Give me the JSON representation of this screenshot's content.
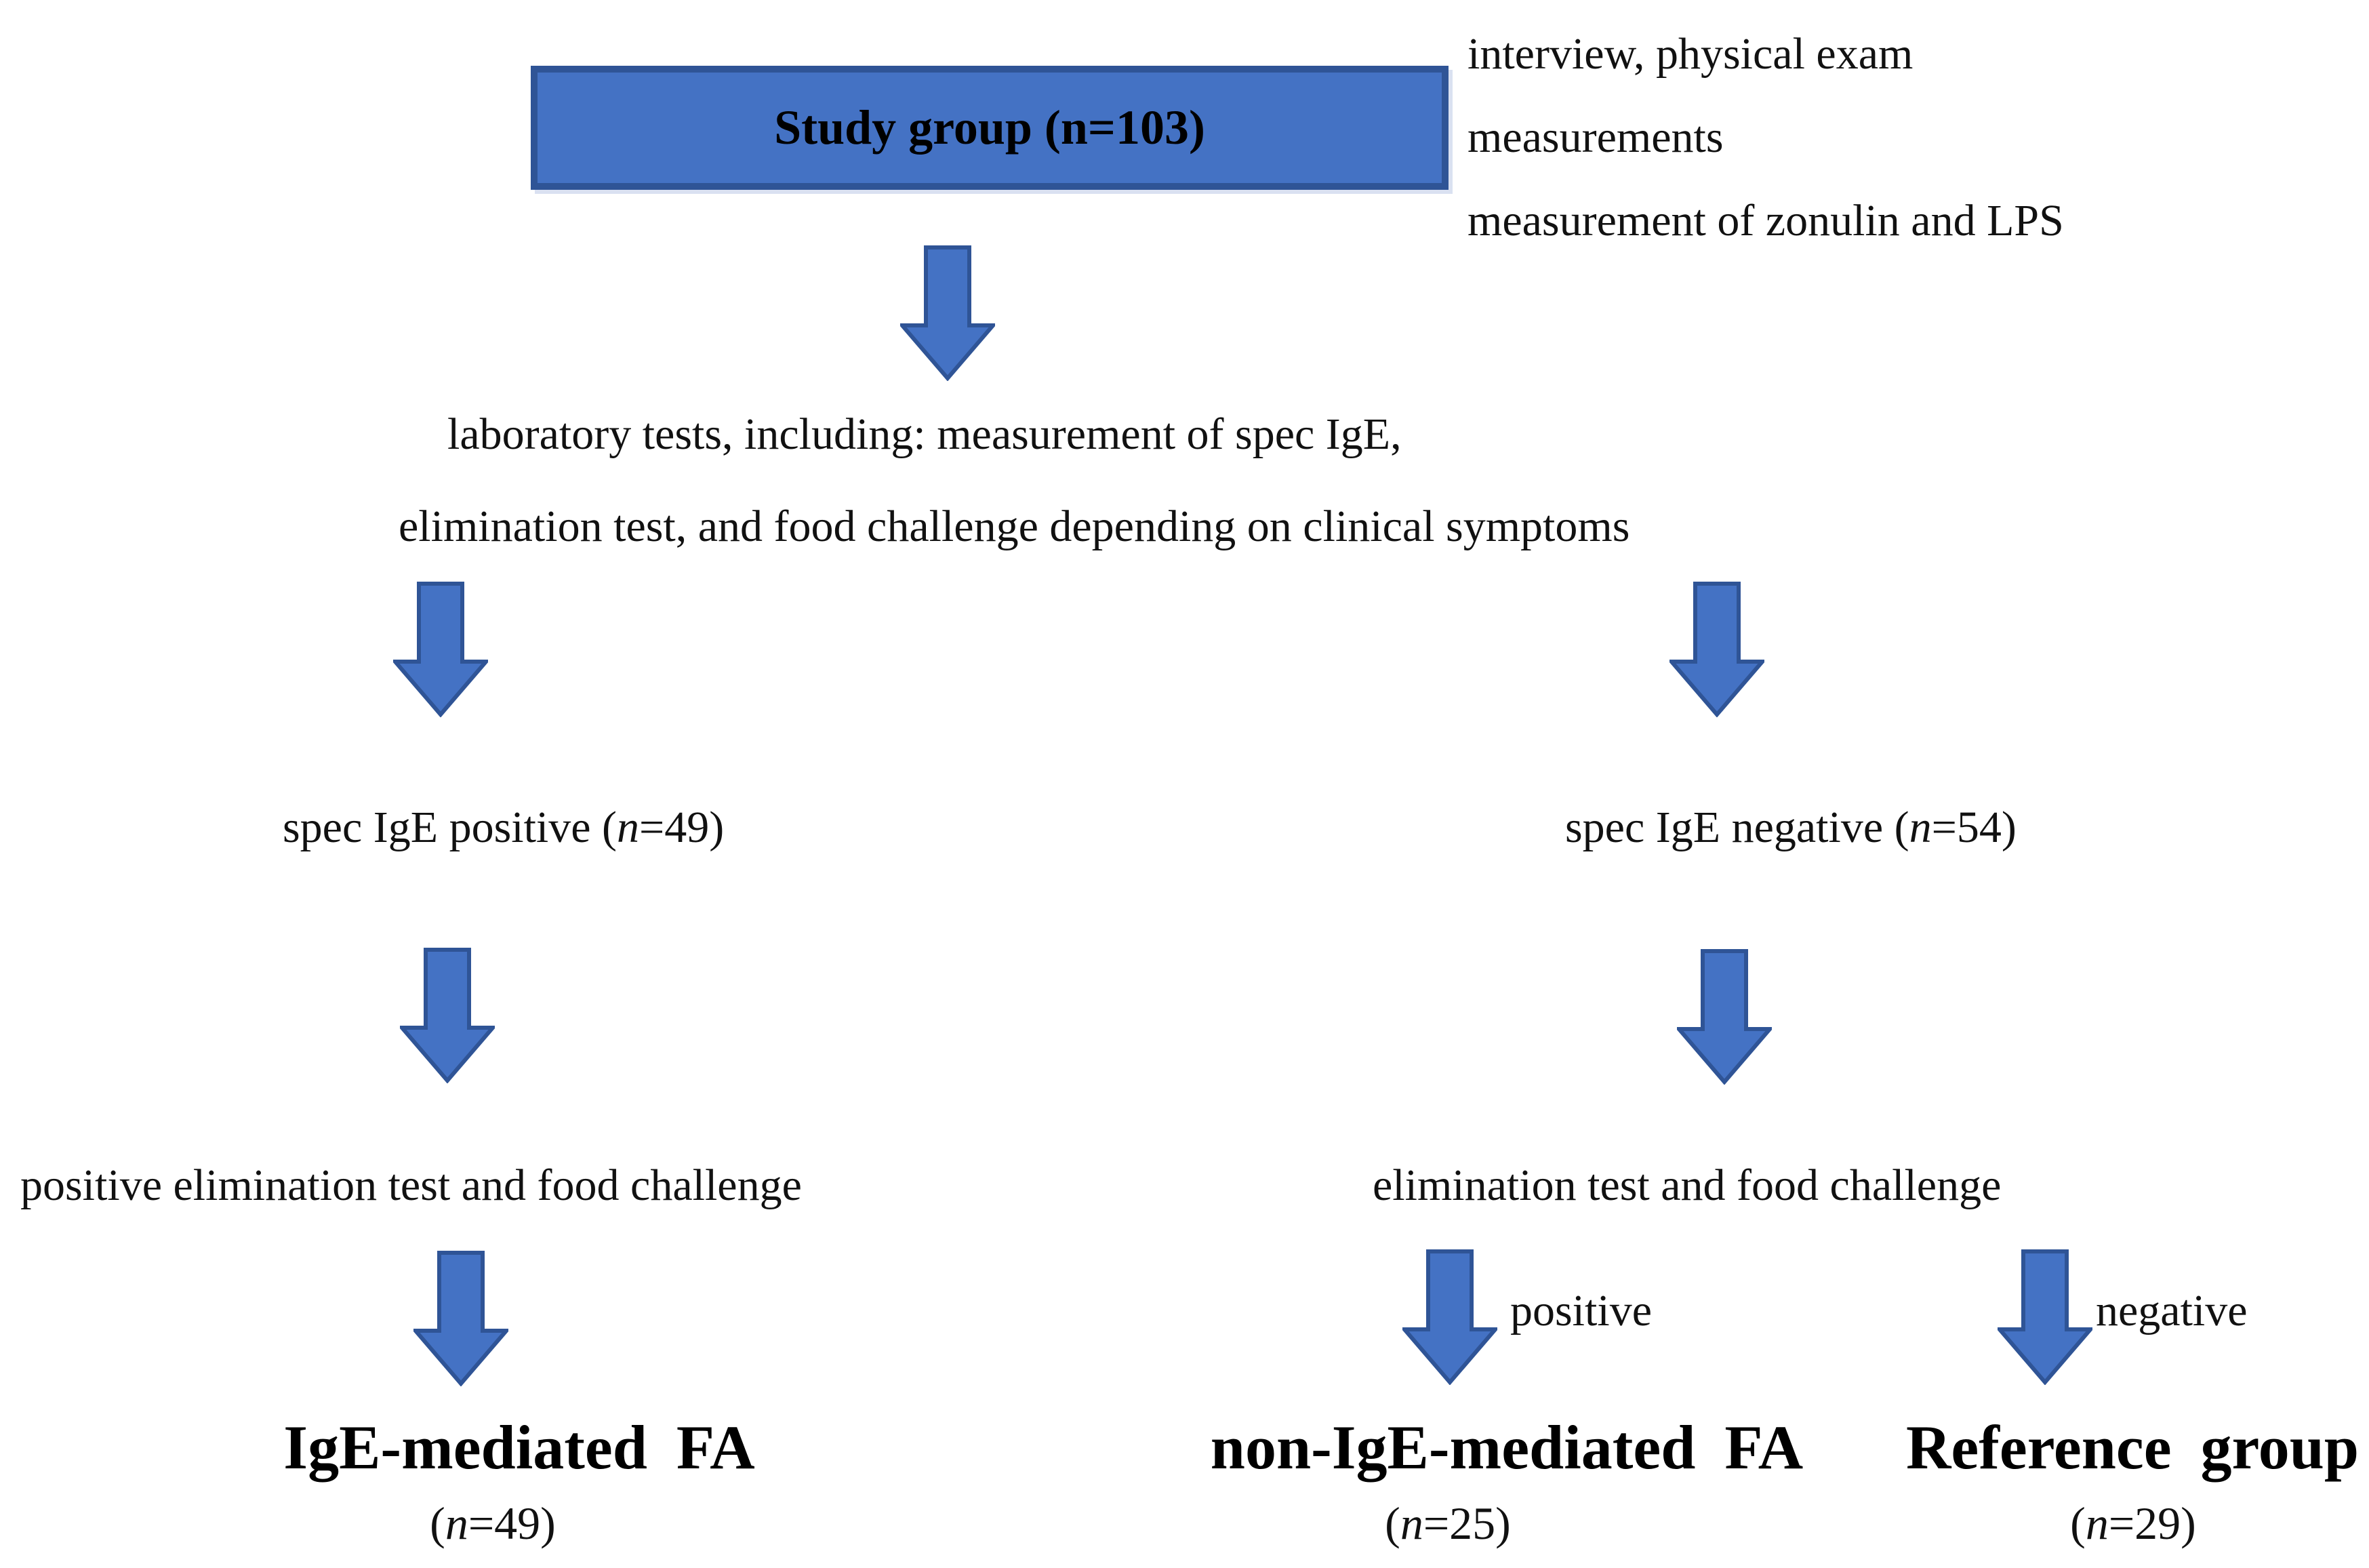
{
  "colors": {
    "shape_fill": "#4472C4",
    "shape_border": "#2F5496",
    "text": "#111111",
    "background": "#ffffff"
  },
  "flowchart": {
    "study_group_box": {
      "label": "Study group (n=103)"
    },
    "intake_notes": {
      "lines": [
        "interview, physical exam",
        "measurements",
        "measurement of zonulin and LPS"
      ]
    },
    "lab_tests": {
      "line1": "laboratory tests, including: measurement of spec IgE,",
      "line2": "elimination test, and food challenge depending on clinical symptoms"
    },
    "spec_ige_positive": {
      "text": "spec IgE positive (",
      "var": "n",
      "rest": "=49)"
    },
    "spec_ige_negative": {
      "text": "spec IgE negative (",
      "var": "n",
      "rest": "=54)"
    },
    "left_branch_test": {
      "label": "positive elimination test and food challenge"
    },
    "right_branch_test": {
      "label": "elimination test and food challenge"
    },
    "branch_labels": {
      "positive": "positive",
      "negative": "negative"
    },
    "outcomes": {
      "ige_mediated": {
        "title": "IgE-mediated FA",
        "count_pre": "(",
        "count_var": "n",
        "count_rest": "=49)"
      },
      "non_ige_mediated": {
        "title": "non-IgE-mediated FA",
        "count_pre": "(",
        "count_var": "n",
        "count_rest": "=25)"
      },
      "reference": {
        "title": "Reference group",
        "count_pre": "(",
        "count_var": "n",
        "count_rest": "=29)"
      }
    }
  }
}
